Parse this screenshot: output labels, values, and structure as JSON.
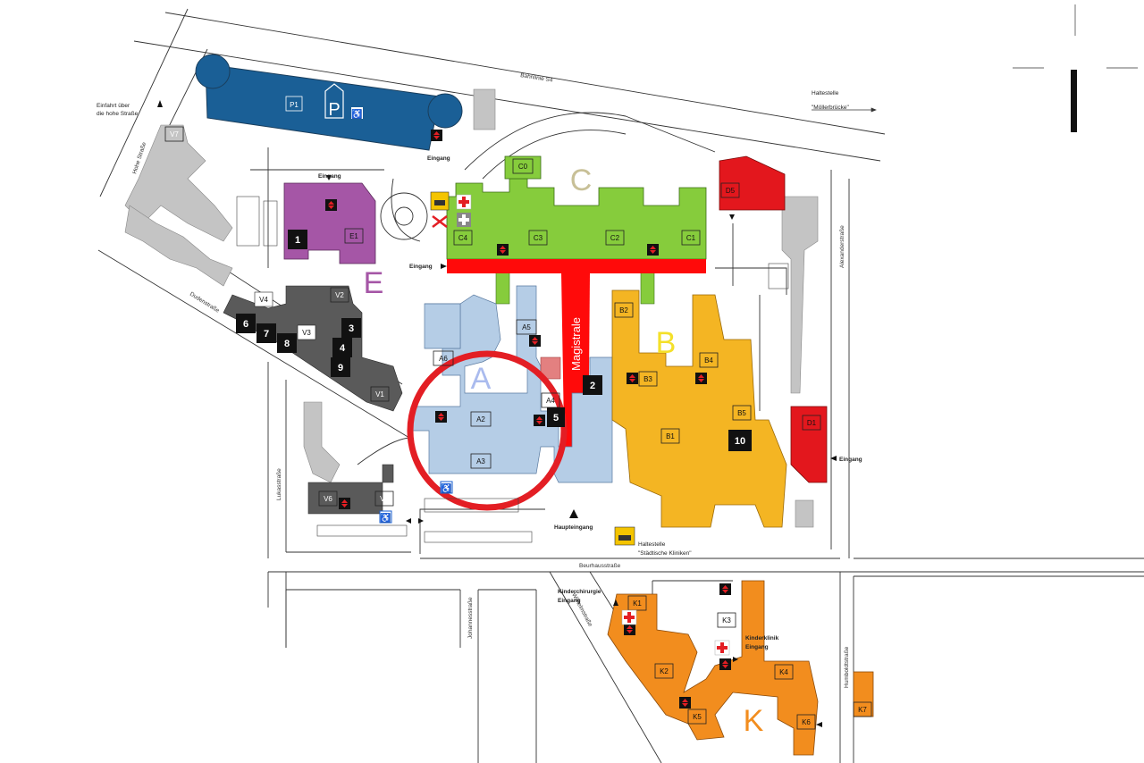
{
  "colors": {
    "parking": "#1a5f96",
    "zone_c": "#86cc3c",
    "magistrale": "#ff0a0a",
    "zone_e": "#a556a6",
    "zone_a": "#b5cde6",
    "zone_b": "#f4b523",
    "zone_d": "#e3171d",
    "zone_k": "#f28d1e",
    "zone_v": "#5a5a5a",
    "grey_bldg": "#c4c4c4",
    "highlight_ring": "#e31e24"
  },
  "zones": {
    "c": "C",
    "e": "E",
    "a": "A",
    "b": "B",
    "k": "K"
  },
  "parking": {
    "p1": "P1",
    "p_sign": "P"
  },
  "buildings": {
    "c0": "C0",
    "c1": "C1",
    "c2": "C2",
    "c3": "C3",
    "c4": "C4",
    "d1": "D1",
    "d5": "D5",
    "e1": "E1",
    "a2": "A2",
    "a3": "A3",
    "a4": "A4",
    "a5": "A5",
    "a6": "A6",
    "b1": "B1",
    "b2": "B2",
    "b3": "B3",
    "b4": "B4",
    "b5": "B5",
    "v1": "V1",
    "v2": "V2",
    "v3": "V3",
    "v4": "V4",
    "v5": "V5",
    "v6": "V6",
    "v7": "V7",
    "k1": "K1",
    "k2": "K2",
    "k3": "K3",
    "k4": "K4",
    "k5": "K5",
    "k6": "K6",
    "k7": "K7"
  },
  "numbers": {
    "n1": "1",
    "n2": "2",
    "n3": "3",
    "n4": "4",
    "n5": "5",
    "n6": "6",
    "n7": "7",
    "n8": "8",
    "n9": "9",
    "n10": "10"
  },
  "magistrale": "Magistrale",
  "streets": {
    "bahnlinie": "Bahnlinie S4",
    "hohe_strasse": "Hohe Straße",
    "dudenstrasse": "Dudenstraße",
    "lukasstrasse": "Lukasstraße",
    "alexanderstrasse": "Alexanderstraße",
    "beurhausstrasse": "Beurhausstraße",
    "johannesstrasse": "Johannesstraße",
    "wilhelmstrasse": "Wilhelmstraße",
    "humboldtstrasse": "Humboldtstraße"
  },
  "labels": {
    "einfahrt_line1": "Einfahrt über",
    "einfahrt_line2": "die hohe Straße",
    "haltestelle_top_line1": "Haltestelle",
    "haltestelle_top_line2": "\"Möllerbrücke\"",
    "eingang_parking": "Eingang",
    "eingang_e": "Eingang",
    "eingang_c": "Eingang",
    "eingang_d": "Eingang",
    "haupteingang": "Haupteingang",
    "haltestelle_bottom_line1": "Haltestelle",
    "haltestelle_bottom_line2": "\"Städtische Kliniken\"",
    "kinderchirurgie_line1": "Kinderchirurgie",
    "kinderchirurgie_line2": "Eingang",
    "kinderklinik_line1": "Kinderklinik",
    "kinderklinik_line2": "Eingang"
  }
}
